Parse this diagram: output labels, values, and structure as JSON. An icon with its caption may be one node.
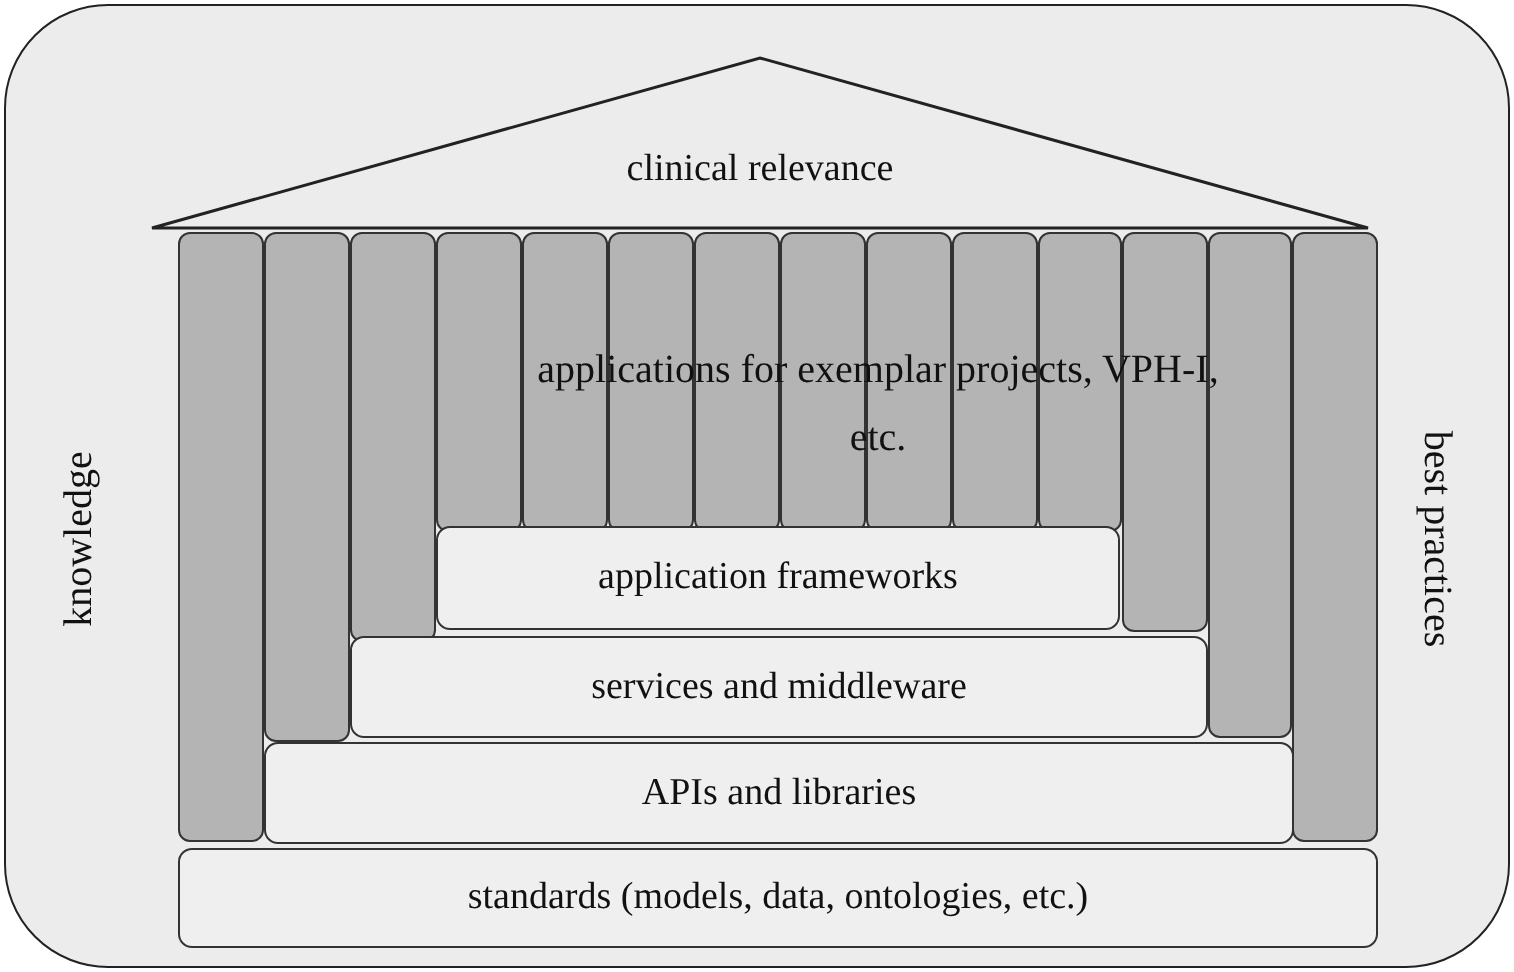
{
  "diagram": {
    "nodes": [
      {
        "text": [],
        "shape": "box"
      },
      {
        "text": [
          "clinical relevance"
        ],
        "in": 0
      },
      {
        "text": [],
        "shape": "bar",
        "in": 0
      },
      {
        "text": [],
        "shape": "bar",
        "in": 0
      },
      {
        "text": [],
        "shape": "bar",
        "in": 0
      },
      {
        "text": [],
        "shape": "bar",
        "in": 0
      },
      {
        "text": [],
        "shape": "bar",
        "in": 0
      },
      {
        "text": [],
        "shape": "bar",
        "in": 0
      },
      {
        "text": [],
        "shape": "bar",
        "in": 0
      },
      {
        "text": [],
        "shape": "bar",
        "in": 0
      },
      {
        "text": [],
        "shape": "bar",
        "in": 0
      },
      {
        "text": [],
        "shape": "bar",
        "in": 0
      },
      {
        "text": [],
        "shape": "bar",
        "in": 0
      },
      {
        "text": [],
        "shape": "bar",
        "in": 0
      },
      {
        "text": [],
        "shape": "bar",
        "in": 0
      },
      {
        "text": [],
        "shape": "bar",
        "in": 0
      },
      {
        "text": [
          "application frameworks"
        ],
        "in": 0
      },
      {
        "text": [
          "services and middleware"
        ],
        "in": 0
      },
      {
        "text": [
          "APIs and libraries"
        ],
        "in": 0
      },
      {
        "text": [
          "standards (models, data, ontologies, etc.)"
        ],
        "in": 0
      }
    ],
    "labels": [
      "applications for exemplar projects, VPH-I, etc.",
      "knowledge",
      "best practices"
    ]
  }
}
